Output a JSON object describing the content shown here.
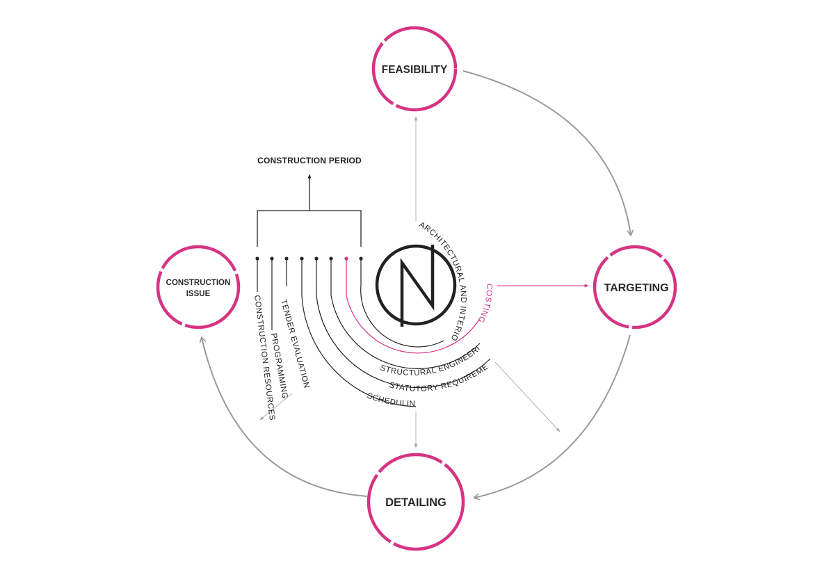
{
  "colors": {
    "accent": "#d63384",
    "cycle_arrow": "#9a9a9a",
    "thin_arrow": "#b3b3b3",
    "ink": "#222222"
  },
  "stages": {
    "feasibility": {
      "label": "FEASIBILITY"
    },
    "targeting": {
      "label": "TARGETING"
    },
    "detailing": {
      "label": "DETAILING"
    },
    "construction_issue": {
      "line1": "CONSTRUCTION",
      "line2": "ISSUE"
    }
  },
  "construction_period": {
    "label": "CONSTRUCTION PERIOD"
  },
  "arc_labels": {
    "architectural": "ARCHITECTURAL AND INTERIOR DESIGN",
    "costing": "COSTING",
    "structural": "STRUCTURAL ENGINEERING",
    "statutory": "STATUTORY REQUIREMENTS",
    "scheduling": "SCHEDULING",
    "tender": "TENDER EVALUATION",
    "programming": "PROGRAMMING",
    "resources": "CONSTRUCTION RESOURCES"
  },
  "logo": {
    "icon": "n-monogram-logo"
  }
}
